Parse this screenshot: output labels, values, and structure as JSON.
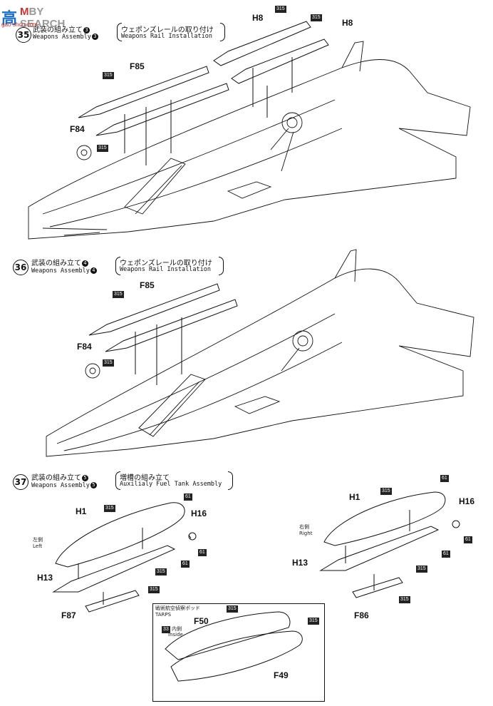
{
  "watermark": {
    "logo": "高",
    "text_a": "M",
    "text_b": "BY SEARCH",
    "url": "gao-shou.com"
  },
  "steps": [
    {
      "number": "35",
      "jp": "武装の組み立て",
      "ref": "3",
      "en": "Weapons Assembly",
      "sub_jp": "ウェポンズレールの取り付け",
      "sub_en": "Weapons Rail Installation"
    },
    {
      "number": "36",
      "jp": "武装の組み立て",
      "ref": "4",
      "en": "Weapons Assembly",
      "sub_jp": "ウェポンズレールの取り付け",
      "sub_en": "Weapons Rail Installation"
    },
    {
      "number": "37",
      "jp": "武装の組み立て",
      "ref": "5",
      "en": "Weapons Assembly",
      "sub_jp": "増槽の組み立て",
      "sub_en": "Auxilialy Fuel Tank Assembly"
    }
  ],
  "parts": {
    "h8": "H8",
    "f85": "F85",
    "f84": "F84",
    "h1": "H1",
    "h16": "H16",
    "h13": "H13",
    "f87": "F87",
    "f86": "F86",
    "f50": "F50",
    "f49": "F49"
  },
  "colors": {
    "c315": "315",
    "c61": "61",
    "c33": "33"
  },
  "labels": {
    "left_jp": "左側",
    "left_en": "Left",
    "right_jp": "右側",
    "right_en": "Right",
    "tarps_jp": "戦術航空偵察ポッド",
    "tarps_en": "TARPS",
    "inside_jp": "内側",
    "inside_en": "Inside"
  }
}
